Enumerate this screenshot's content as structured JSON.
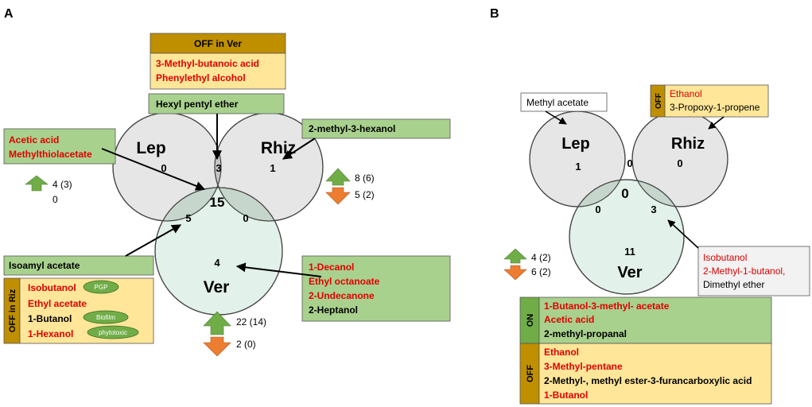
{
  "colors": {
    "venn_grey": "#e6e6e6",
    "venn_ver": "#e2f1e9",
    "venn_center": "#a6a6a6",
    "venn_pair": "#c4c4c4",
    "venn_ver_overlap": "#c6d6cc",
    "box_green": "#a9d18e",
    "box_yellow": "#ffe699",
    "tab_gold": "#bf8f00",
    "tab_green": "#70ad47",
    "text_red": "#e00000",
    "arrow_up": "#70ad47",
    "arrow_down": "#ed7d31"
  },
  "panel_a": {
    "label": "A",
    "sets": {
      "lep": "Lep",
      "rhiz": "Rhiz",
      "ver": "Ver"
    },
    "counts": {
      "lep_only": "0",
      "rhiz_only": "1",
      "ver_only": "4",
      "lep_rhiz": "3",
      "lep_ver": "5",
      "rhiz_ver": "0",
      "all": "15"
    },
    "off_in_ver": {
      "title": "OFF in Ver",
      "items": [
        "3-Methyl-butanoic acid",
        "Phenylethyl alcohol"
      ]
    },
    "hexyl_box": "Hexyl pentyl ether",
    "acetic_box": [
      "Acetic acid",
      "Methylthiolacetate"
    ],
    "methyl_hexanol_box": "2-methyl-3-hexanol",
    "isoamyl_box": "Isoamyl acetate",
    "decanol_box": [
      "1-Decanol",
      "Ethyl octanoate",
      "2-Undecanone",
      "2-Heptanol"
    ],
    "off_in_riz": {
      "tab": "OFF in Riz",
      "items": [
        "Isobutanol",
        "Ethyl acetate",
        "1-Butanol",
        "1-Hexanol"
      ],
      "tags": [
        "PGP",
        "Biofilm",
        "phytotoxic"
      ]
    },
    "lep_arrows": {
      "up": "4 (3)",
      "down": "0"
    },
    "rhiz_arrows": {
      "up": "8 (6)",
      "down": "5 (2)"
    },
    "ver_arrows": {
      "up": "22 (14)",
      "down": "2 (0)"
    }
  },
  "panel_b": {
    "label": "B",
    "sets": {
      "lep": "Lep",
      "rhiz": "Rhiz",
      "ver": "Ver"
    },
    "counts": {
      "lep_only": "1",
      "rhiz_only": "0",
      "ver_only": "11",
      "lep_rhiz": "0",
      "lep_ver": "0",
      "rhiz_ver": "3",
      "all": "0"
    },
    "methyl_acetate_box": "Methyl acetate",
    "off_rhiz_box": {
      "tab": "OFF",
      "items": [
        "Ethanol",
        "3-Propoxy-1-propene"
      ]
    },
    "isobutanol_box": [
      "Isobutanol",
      "2-Methyl-1-butanol,",
      "Dimethyl ether"
    ],
    "arrows": {
      "up": "4 (2)",
      "down": "6 (2)"
    },
    "on_box": {
      "tab": "ON",
      "items": [
        "1-Butanol-3-methyl- acetate",
        "Acetic acid",
        "2-methyl-propanal"
      ]
    },
    "off_box": {
      "tab": "OFF",
      "items": [
        "Ethanol",
        "3-Methyl-pentane",
        "2-Methyl-, methyl ester-3-furancarboxylic acid",
        "1-Butanol"
      ]
    }
  }
}
